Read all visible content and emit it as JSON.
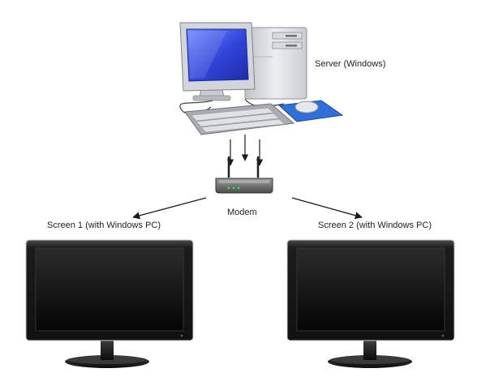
{
  "labels": {
    "server": "Server (Windows)",
    "modem": "Modem",
    "screen1": "Screen 1 (with Windows PC)",
    "screen2": "Screen 2 (with Windows PC)"
  },
  "colors": {
    "background": "#ffffff",
    "server_screen": "#2f43d8",
    "mousepad": "#2f6fd8",
    "tower": "#d6d8dc",
    "monitor_bezel": "#1a1a1a",
    "arrow": "#1a1a1a"
  },
  "icons": {
    "server": "desktop-computer-icon",
    "modem": "router-icon",
    "screen1": "lcd-monitor-icon",
    "screen2": "lcd-monitor-icon"
  }
}
